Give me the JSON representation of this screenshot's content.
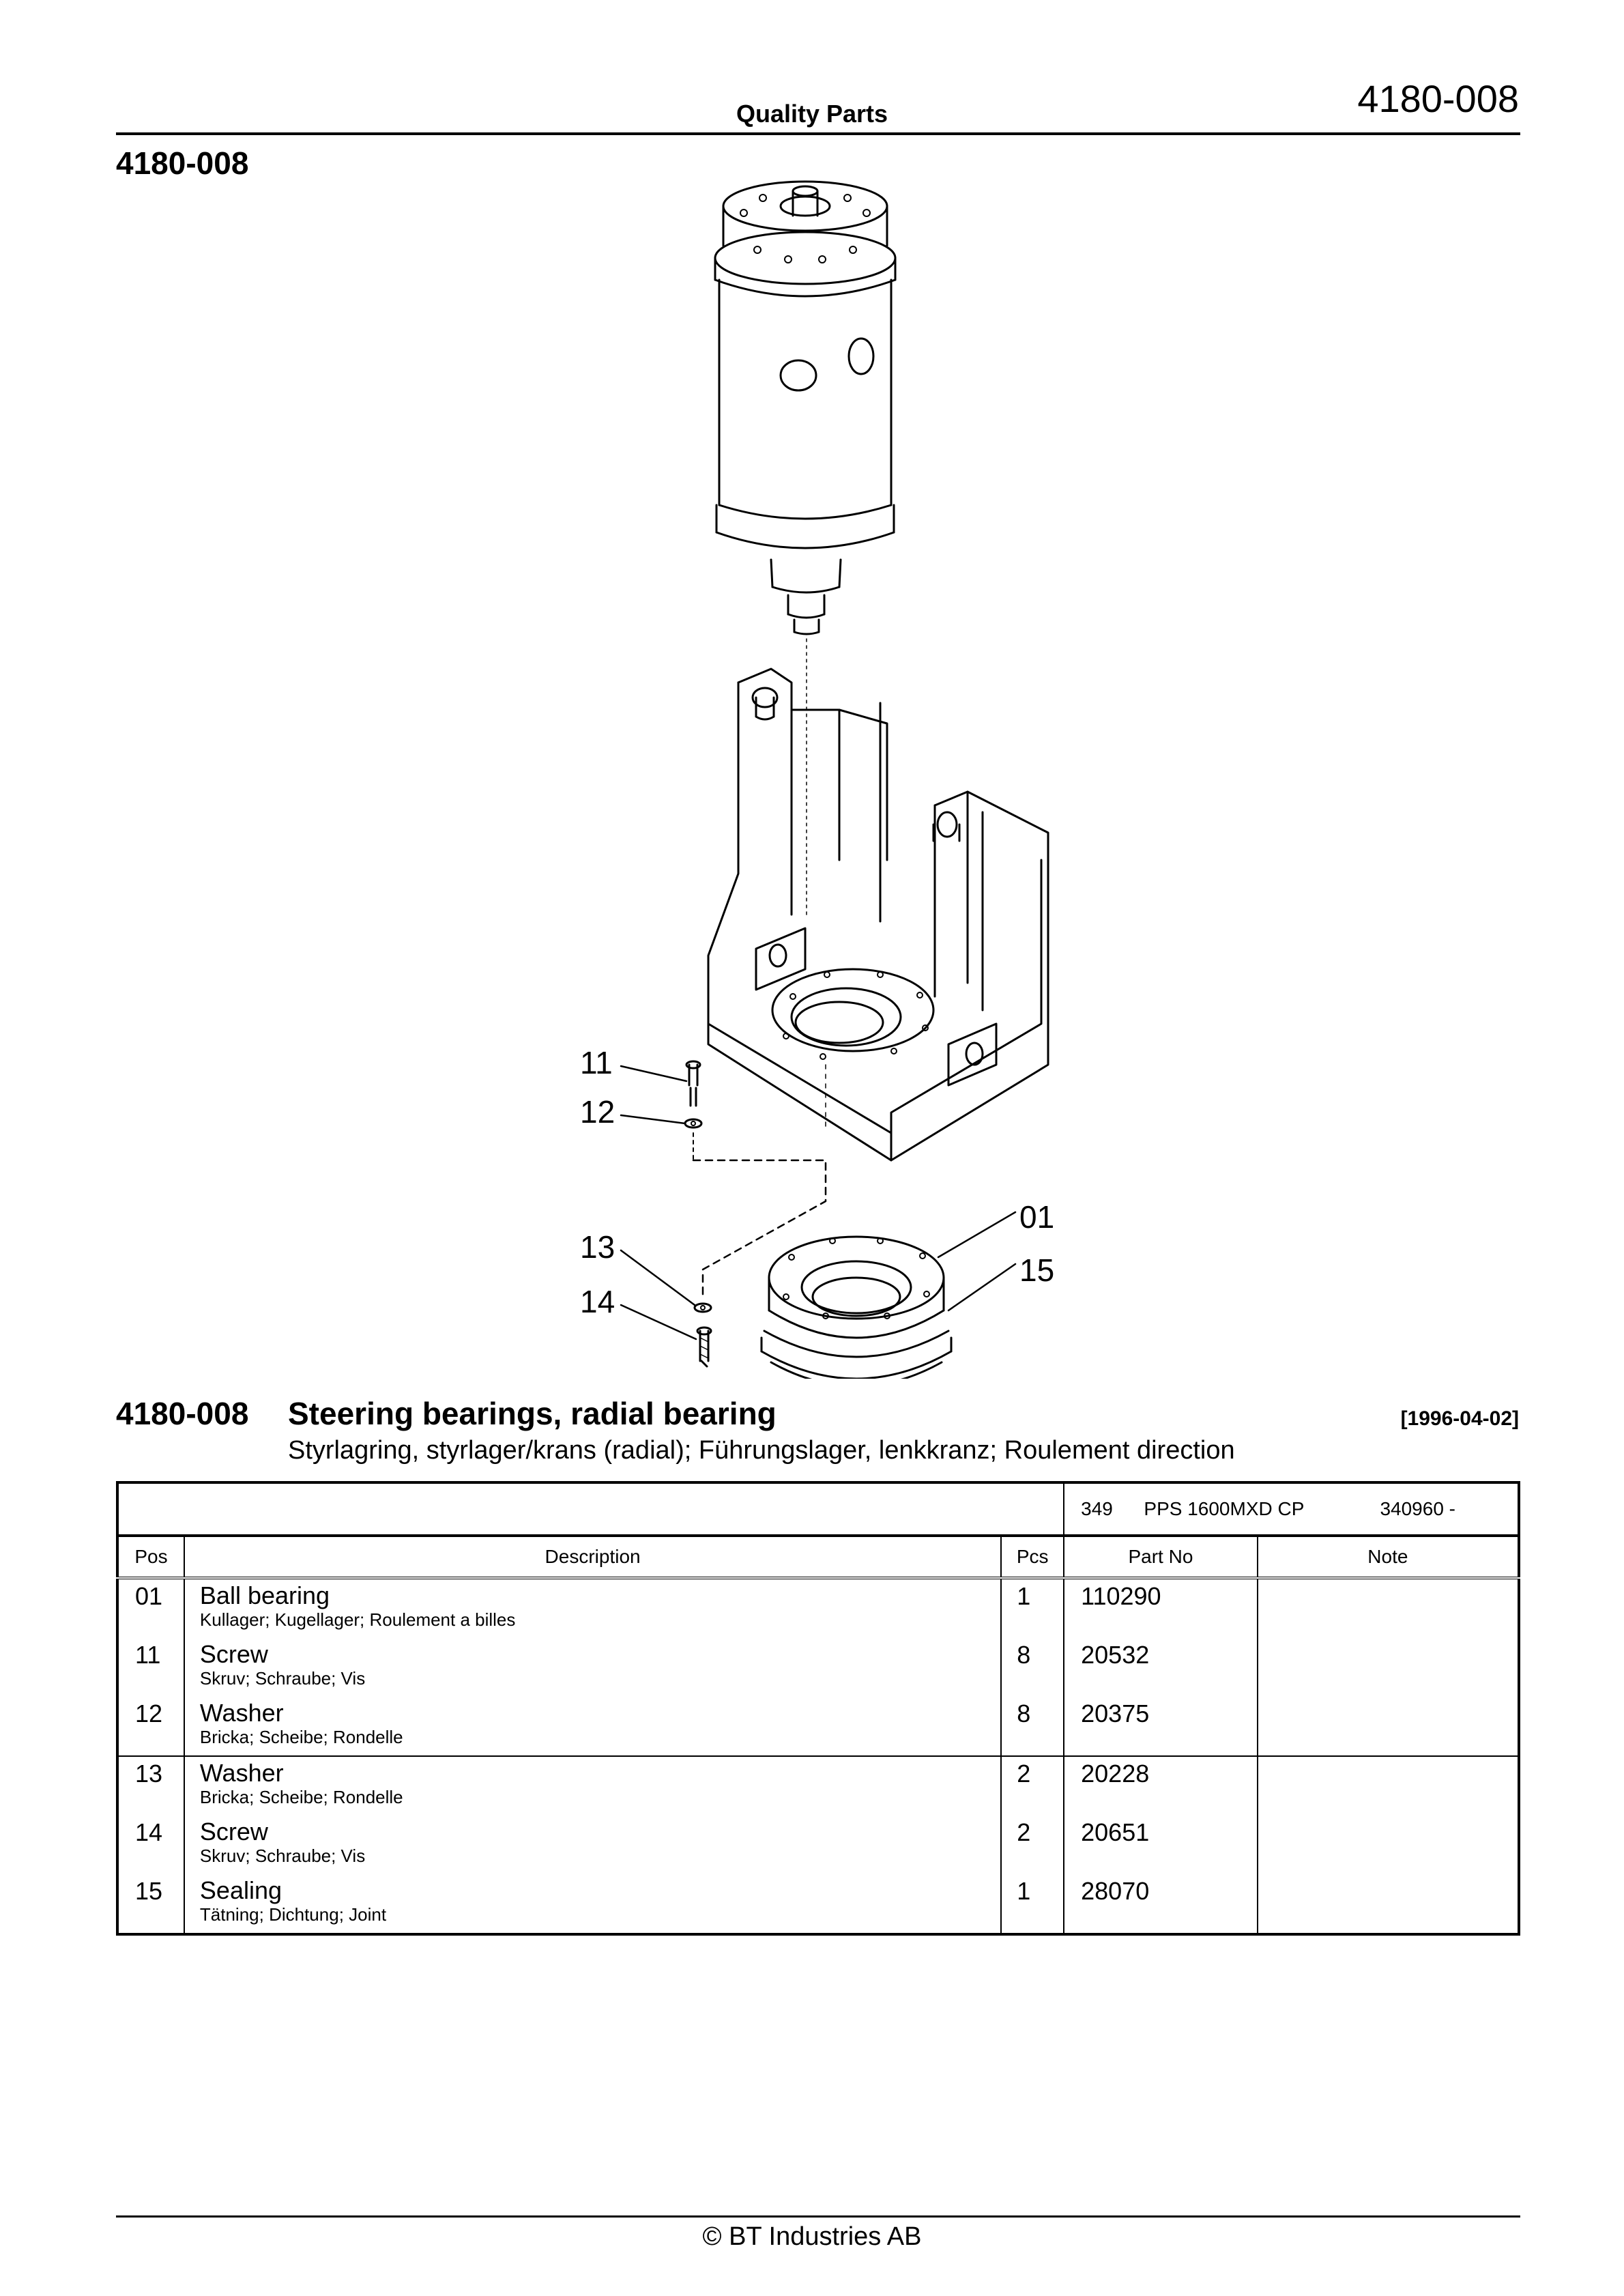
{
  "header": {
    "center_title": "Quality Parts",
    "doc_number": "4180-008"
  },
  "drawing": {
    "label": "4180-008",
    "callouts": {
      "c11": "11",
      "c12": "12",
      "c13": "13",
      "c14": "14",
      "c01": "01",
      "c15": "15"
    }
  },
  "section": {
    "number": "4180-008",
    "title": "Steering bearings, radial bearing",
    "date": "[1996-04-02]",
    "subtitle": "Styrlagring, styrlager/krans (radial); Führungslager, lenkkranz; Roulement direction"
  },
  "model_row": {
    "code": "349",
    "model": "PPS 1600MXD CP",
    "serial": "340960 -"
  },
  "table": {
    "headers": {
      "pos": "Pos",
      "description": "Description",
      "pcs": "Pcs",
      "part_no": "Part No",
      "note": "Note"
    },
    "rows": [
      {
        "pos": "01",
        "name": "Ball bearing",
        "trans": "Kullager; Kugellager; Roulement a billes",
        "pcs": "1",
        "part_no": "110290",
        "note": ""
      },
      {
        "pos": "11",
        "name": "Screw",
        "trans": "Skruv; Schraube; Vis",
        "pcs": "8",
        "part_no": "20532",
        "note": ""
      },
      {
        "pos": "12",
        "name": "Washer",
        "trans": "Bricka; Scheibe; Rondelle",
        "pcs": "8",
        "part_no": "20375",
        "note": ""
      },
      {
        "pos": "13",
        "name": "Washer",
        "trans": "Bricka; Scheibe; Rondelle",
        "pcs": "2",
        "part_no": "20228",
        "note": ""
      },
      {
        "pos": "14",
        "name": "Screw",
        "trans": "Skruv; Schraube; Vis",
        "pcs": "2",
        "part_no": "20651",
        "note": ""
      },
      {
        "pos": "15",
        "name": "Sealing",
        "trans": "Tätning; Dichtung; Joint",
        "pcs": "1",
        "part_no": "28070",
        "note": ""
      }
    ]
  },
  "footer": {
    "copyright": "© BT Industries AB"
  }
}
